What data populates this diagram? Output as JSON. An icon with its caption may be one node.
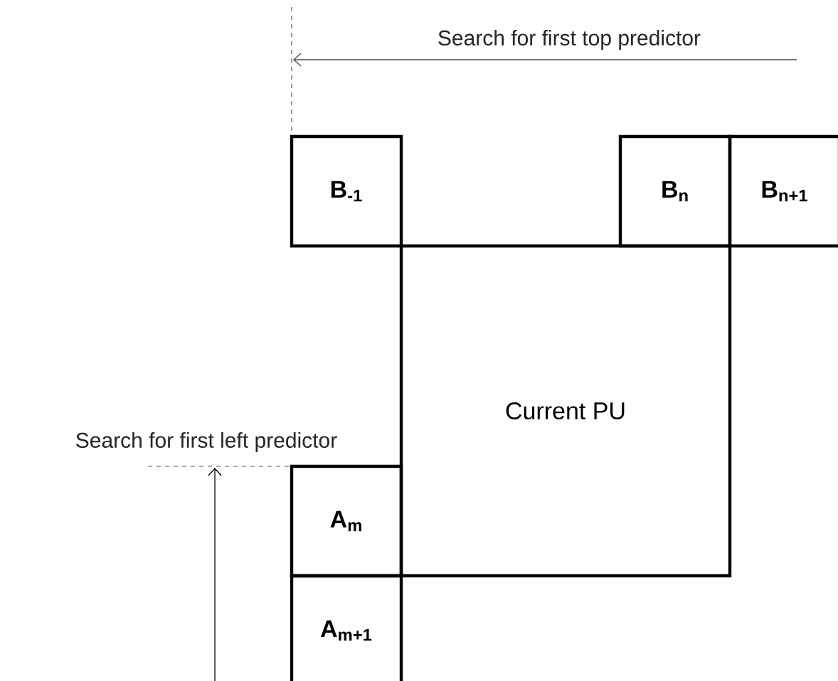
{
  "diagram": {
    "nodes": [
      {
        "text": [
          "B$_{-1}$"
        ]
      },
      {
        "text": [
          "B$_{n}$"
        ]
      },
      {
        "text": [
          "B$_{n+1}$"
        ]
      },
      {
        "text": [
          "Current PU"
        ]
      },
      {
        "text": [
          "A$_{m}$"
        ]
      },
      {
        "text": [
          "A$_{m+1}$"
        ]
      }
    ],
    "edges": [],
    "labels": [
      "Search for first top predictor",
      "Search for first left predictor"
    ]
  }
}
